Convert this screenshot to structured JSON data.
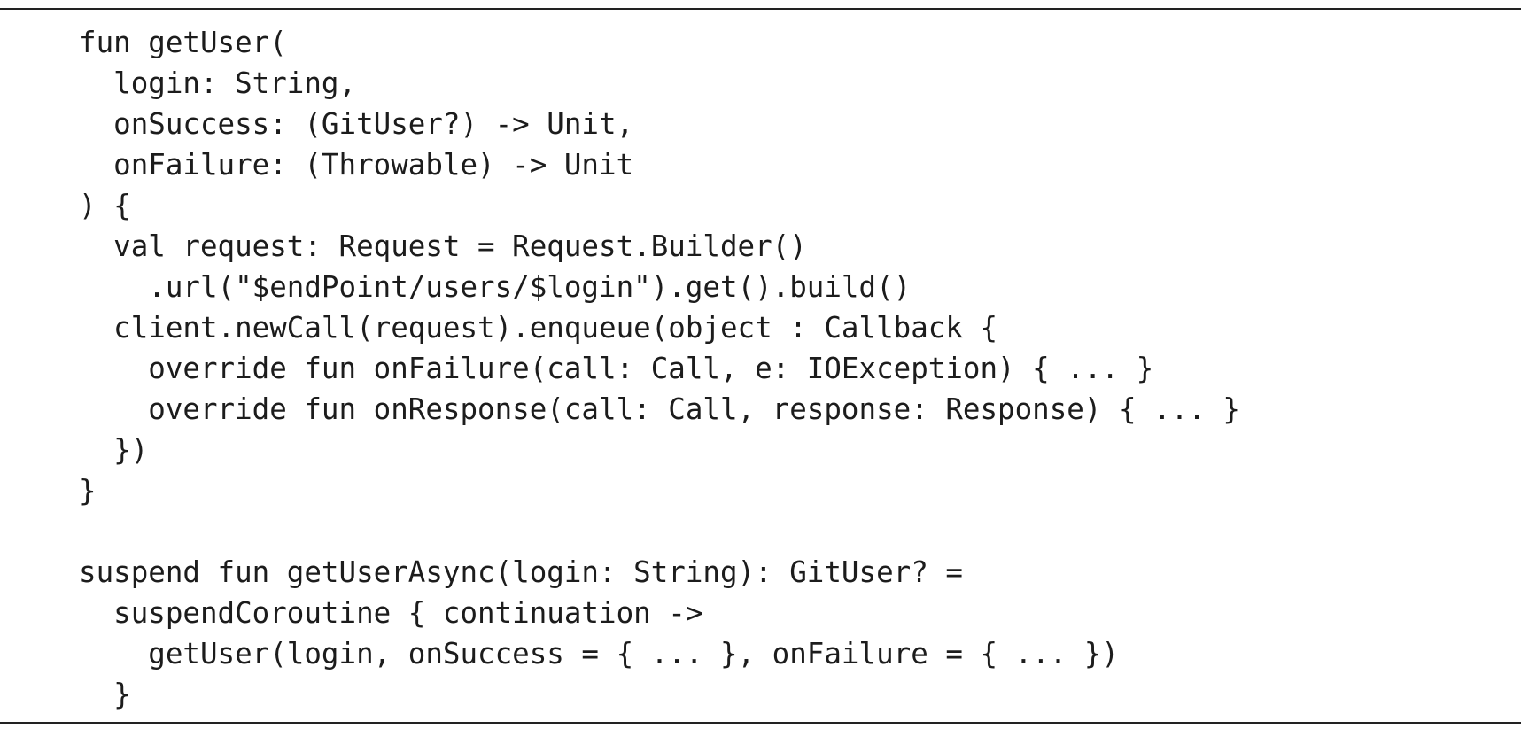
{
  "code": {
    "lines": [
      "fun getUser(",
      "  login: String,",
      "  onSuccess: (GitUser?) -> Unit,",
      "  onFailure: (Throwable) -> Unit",
      ") {",
      "  val request: Request = Request.Builder()",
      "    .url(\"$endPoint/users/$login\").get().build()",
      "  client.newCall(request).enqueue(object : Callback {",
      "    override fun onFailure(call: Call, e: IOException) { ... }",
      "    override fun onResponse(call: Call, response: Response) { ... }",
      "  })",
      "}",
      "",
      "suspend fun getUserAsync(login: String): GitUser? =",
      "  suspendCoroutine { continuation ->",
      "    getUser(login, onSuccess = { ... }, onFailure = { ... })",
      "  }"
    ]
  }
}
